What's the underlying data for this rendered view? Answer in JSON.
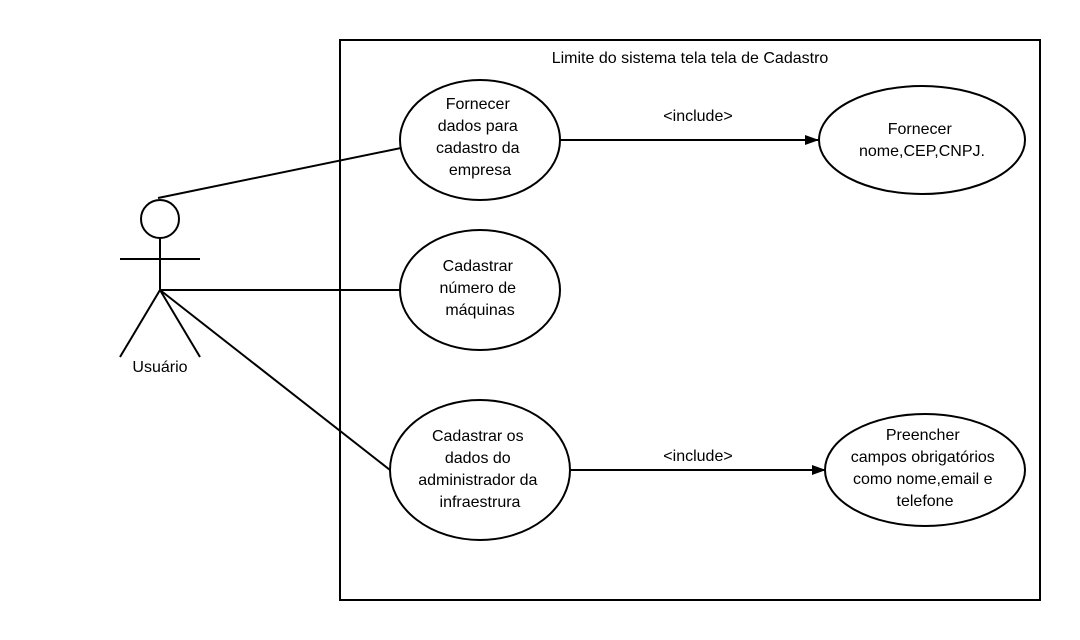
{
  "system": {
    "title": "Limite do sistema tela tela de Cadastro"
  },
  "actor": {
    "name": "Usuário"
  },
  "use_cases": [
    {
      "id": "uc1",
      "lines": [
        "Fornecer",
        "dados para",
        "cadastro da",
        "empresa"
      ]
    },
    {
      "id": "uc2",
      "lines": [
        "Cadastrar",
        "número de",
        "máquinas"
      ]
    },
    {
      "id": "uc3",
      "lines": [
        "Cadastrar os",
        "dados do",
        "administrador da",
        "infraestrura"
      ]
    },
    {
      "id": "uc4",
      "lines": [
        "Fornecer",
        "nome,CEP,CNPJ."
      ]
    },
    {
      "id": "uc5",
      "lines": [
        "Preencher",
        "campos obrigatórios",
        "como nome,email e",
        "telefone"
      ]
    }
  ],
  "relations": [
    {
      "from": "uc1",
      "to": "uc4",
      "label": "<include>"
    },
    {
      "from": "uc3",
      "to": "uc5",
      "label": "<include>"
    }
  ]
}
